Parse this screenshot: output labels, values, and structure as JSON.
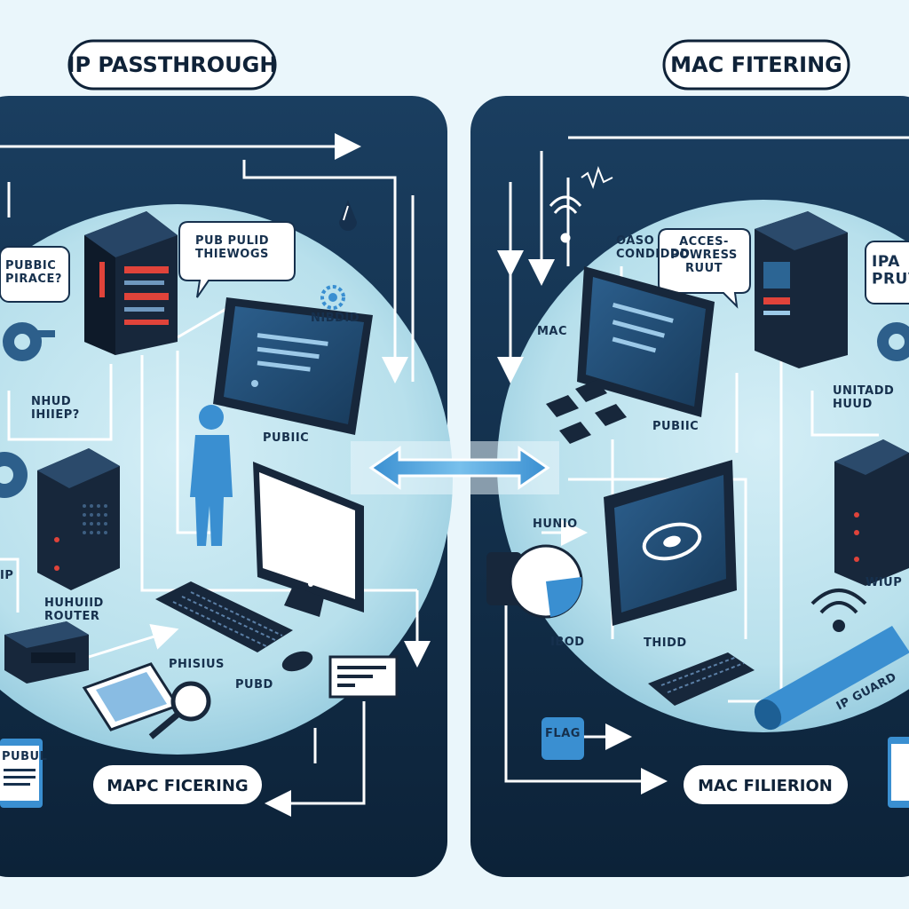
{
  "titles": {
    "left": "IP PASSTHROUGH",
    "right": "MAC FITERING"
  },
  "captions": {
    "left": "MAPC FICERING",
    "right": "MAC FILIERION"
  },
  "left_panel": {
    "bubble_public": "PUBBIC\nPIRACE?",
    "bubble_thewogs": "PUB PULID\nTHIEWOGS",
    "label_nhud": "NHUD\nIHIIEP?",
    "label_public": "PUBIIC",
    "label_router": "HUHUIID\nROUTER",
    "label_phisius": "PHISIUS",
    "label_pubd": "PUBD",
    "label_ip": "IP",
    "label_nibd": "NIBDID",
    "label_pubul": "PUBUL"
  },
  "right_panel": {
    "bubble_access": "ACCES-\nPOWRESS\nRUUT",
    "bubble_ipa": "IPA\nPRUVZ",
    "label_mac": "MAC",
    "label_public": "PUBIIC",
    "label_untado": "UNITADD\nHUUD",
    "label_oaso": "OASO\nCONDIDDD",
    "label_hunio": "HUNIO",
    "label_ip_guard": "IP GUARD",
    "label_ibod": "IBOD",
    "label_thidd": "THIDD",
    "label_flag": "FLAG",
    "label_wiup": "WIUP"
  },
  "colors": {
    "background": "#eaf6fb",
    "panel_dark": "#0f2a45",
    "circle_light": "#bfe4ef",
    "accent_blue": "#3a8fd1",
    "device_dark": "#17273b",
    "accent_red": "#e0433a",
    "label_text": "#16304d"
  }
}
